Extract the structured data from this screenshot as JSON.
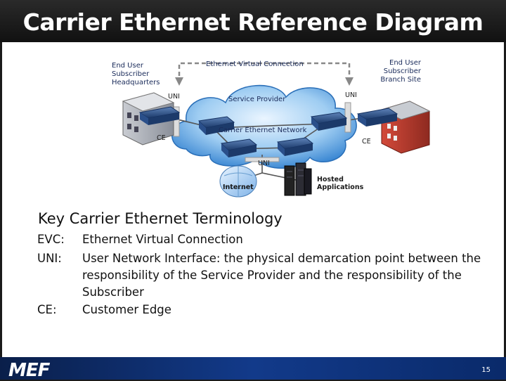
{
  "slide": {
    "title": "Carrier Ethernet Reference Diagram",
    "page_number": "15",
    "logo": "MEF"
  },
  "diagram": {
    "evc_label": "Ethernet Virtual Connection",
    "hq_label": [
      "End User",
      "Subscriber",
      "Headquarters"
    ],
    "branch_label": [
      "End User",
      "Subscriber",
      "Branch Site"
    ],
    "uni_left": "UNI",
    "uni_right": "UNI",
    "uni_bottom": "UNI",
    "ce_left": "CE",
    "ce_right": "CE",
    "service_provider": "Service Provider",
    "network_label": "Carrier Ethernet Network",
    "internet_label": "Internet",
    "hosted_label": [
      "Hosted",
      "Applications"
    ]
  },
  "terminology": {
    "heading": "Key Carrier Ethernet Terminology",
    "items": [
      {
        "key": "EVC:",
        "term": "Ethernet Virtual Connection",
        "definition": ""
      },
      {
        "key": "UNI:",
        "term": "User Network Interface",
        "definition": ": the physical demarcation point between the responsibility of the Service Provider and the responsibility of the Subscriber"
      },
      {
        "key": "CE:",
        "term": "Customer Edge",
        "definition": ""
      }
    ]
  },
  "colors": {
    "title_bg": "#1a1a1a",
    "footer_blue": "#123a8a",
    "cloud_blue": "#3a8fd8",
    "switch_blue": "#2a4f8a"
  }
}
